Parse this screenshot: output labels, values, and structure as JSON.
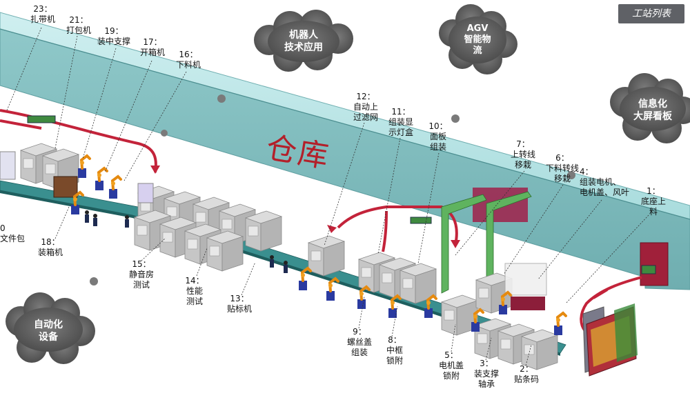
{
  "header": {
    "title": "工站列表"
  },
  "warehouse_label": "仓库",
  "clouds": [
    {
      "id": "robot",
      "lines": [
        "机器人",
        "技术应用"
      ]
    },
    {
      "id": "agv",
      "lines": [
        "AGV",
        "智能物",
        "流"
      ]
    },
    {
      "id": "info",
      "lines": [
        "信息化",
        "大屏看板"
      ]
    },
    {
      "id": "auto",
      "lines": [
        "自动化",
        "设备"
      ]
    }
  ],
  "stations": [
    {
      "num": "23：",
      "lines": [
        "扎带机"
      ]
    },
    {
      "num": "21：",
      "lines": [
        "打包机"
      ]
    },
    {
      "num": "19：",
      "lines": [
        "装中支撑"
      ]
    },
    {
      "num": "17：",
      "lines": [
        "开箱机"
      ]
    },
    {
      "num": "16：",
      "lines": [
        "下料机"
      ]
    },
    {
      "num": "12：",
      "lines": [
        "自动上",
        "过滤网"
      ]
    },
    {
      "num": "11：",
      "lines": [
        "组装显",
        "示灯盒"
      ]
    },
    {
      "num": "10：",
      "lines": [
        "面板",
        "组装"
      ]
    },
    {
      "num": "7：",
      "lines": [
        "上转线",
        "移栽"
      ]
    },
    {
      "num": "6：",
      "lines": [
        "下料转线",
        "移栽"
      ]
    },
    {
      "num": "4：",
      "lines": [
        "组装电机、",
        "电机盖、风叶"
      ]
    },
    {
      "num": "1：",
      "lines": [
        "底座上",
        "料"
      ]
    },
    {
      "num": "0",
      "lines": [
        "文件包"
      ]
    },
    {
      "num": "18：",
      "lines": [
        "装箱机"
      ]
    },
    {
      "num": "15：",
      "lines": [
        "静音房",
        "测试"
      ]
    },
    {
      "num": "14：",
      "lines": [
        "性能",
        "测试"
      ]
    },
    {
      "num": "13：",
      "lines": [
        "贴标机"
      ]
    },
    {
      "num": "9：",
      "lines": [
        "螺丝盖",
        "组装"
      ]
    },
    {
      "num": "8：",
      "lines": [
        "中框",
        "锁附"
      ]
    },
    {
      "num": "5：",
      "lines": [
        "电机盖",
        "锁附"
      ]
    },
    {
      "num": "3：",
      "lines": [
        "装支撑",
        "轴承"
      ]
    },
    {
      "num": "2：",
      "lines": [
        "贴条码"
      ]
    }
  ]
}
